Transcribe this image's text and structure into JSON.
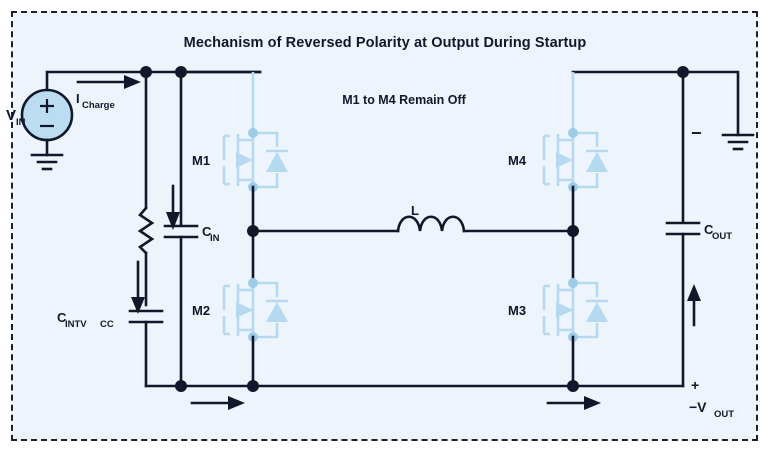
{
  "figure": {
    "title": "Mechanism of Reversed Polarity at Output During Startup",
    "subtitle": "M1 to M4 Remain Off",
    "background_color": "#eef4fb",
    "border_color": "#1d2129",
    "wire_color": "#12182b",
    "mosfet_color": "#b5d9f0",
    "source_fill_color": "#bcdcf2"
  },
  "labels": {
    "vin": "V",
    "vin_sub": "IN",
    "icharge": "I",
    "icharge_sub": "Charge",
    "m1": "M1",
    "m2": "M2",
    "m3": "M3",
    "m4": "M4",
    "cin": "C",
    "cin_sub": "IN",
    "cintvcc": "C",
    "cintvcc_sub1": "INTV",
    "cintvcc_sub2": "CC",
    "cout": "C",
    "cout_sub": "OUT",
    "inductor": "L",
    "minus_sign": "−",
    "plus_sign": "+",
    "vout": "−V",
    "vout_sub": "OUT"
  },
  "components": [
    {
      "name": "voltage-source-vin",
      "type": "dc-source",
      "label": "V_IN"
    },
    {
      "name": "ground-input",
      "type": "ground"
    },
    {
      "name": "resistor",
      "type": "resistor"
    },
    {
      "name": "capacitor-cintvcc",
      "type": "capacitor",
      "label": "C_INTVCC"
    },
    {
      "name": "capacitor-cin",
      "type": "capacitor",
      "label": "C_IN"
    },
    {
      "name": "mosfet-m1",
      "type": "nmos-with-body-diode",
      "label": "M1"
    },
    {
      "name": "mosfet-m2",
      "type": "nmos-with-body-diode",
      "label": "M2"
    },
    {
      "name": "mosfet-m3",
      "type": "nmos-with-body-diode",
      "label": "M3"
    },
    {
      "name": "mosfet-m4",
      "type": "nmos-with-body-diode",
      "label": "M4"
    },
    {
      "name": "inductor-l",
      "type": "inductor",
      "label": "L"
    },
    {
      "name": "capacitor-cout",
      "type": "capacitor",
      "label": "C_OUT"
    },
    {
      "name": "ground-output",
      "type": "ground"
    }
  ],
  "current_arrows": [
    {
      "name": "icharge-arrow",
      "direction": "right",
      "label": "I_Charge"
    },
    {
      "name": "resistor-branch-arrow",
      "direction": "down"
    },
    {
      "name": "cin-branch-arrow",
      "direction": "down"
    },
    {
      "name": "bottom-left-arrow",
      "direction": "right"
    },
    {
      "name": "bottom-right-arrow",
      "direction": "right"
    },
    {
      "name": "cout-arrow",
      "direction": "up"
    }
  ],
  "polarity_marks": [
    {
      "name": "output-negative-top",
      "symbol": "−"
    },
    {
      "name": "output-positive-bottom",
      "symbol": "+"
    }
  ]
}
